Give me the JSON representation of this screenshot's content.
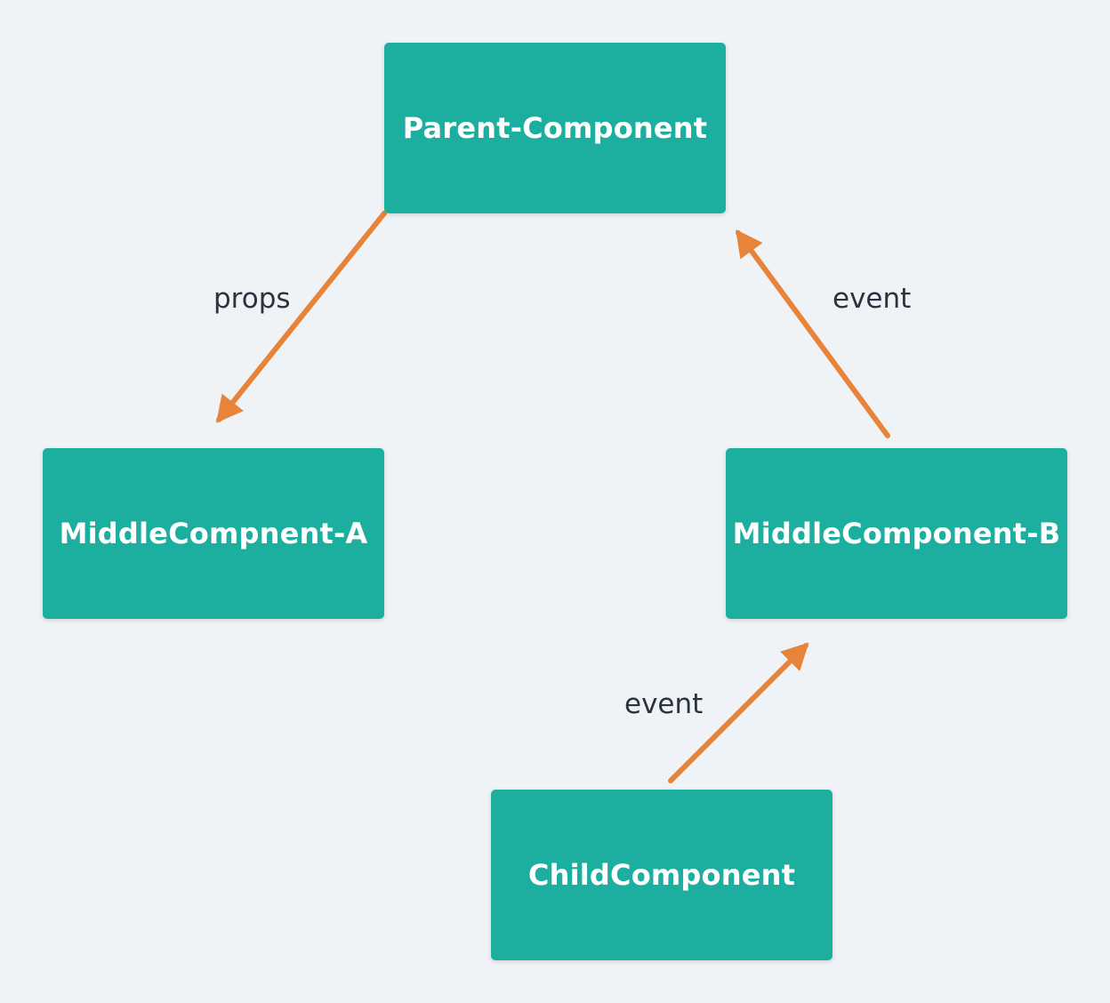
{
  "colors": {
    "background": "#f0f3f6",
    "node_fill": "#1cae9e",
    "node_text": "#ffffff",
    "arrow": "#e8843a",
    "label_text": "#2a3340"
  },
  "nodes": {
    "parent": {
      "label": "Parent-Component"
    },
    "middle_a": {
      "label": "MiddleCompnent-A"
    },
    "middle_b": {
      "label": "MiddleComponent-B"
    },
    "child": {
      "label": "ChildComponent"
    }
  },
  "edges": {
    "parent_to_middle_a": {
      "from": "Parent-Component",
      "to": "MiddleCompnent-A",
      "label": "props"
    },
    "middle_b_to_parent": {
      "from": "MiddleComponent-B",
      "to": "Parent-Component",
      "label": "event"
    },
    "child_to_middle_b": {
      "from": "ChildComponent",
      "to": "MiddleComponent-B",
      "label": "event"
    }
  }
}
